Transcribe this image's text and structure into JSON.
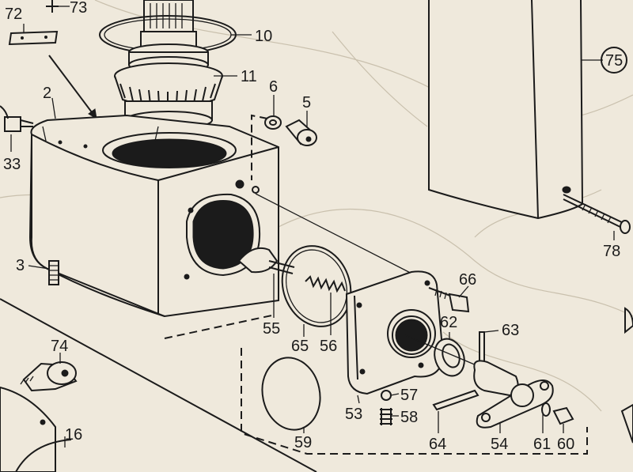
{
  "diagram": {
    "callouts": [
      {
        "id": "c72",
        "text": "72"
      },
      {
        "id": "c73",
        "text": "73"
      },
      {
        "id": "c10",
        "text": "10"
      },
      {
        "id": "c11",
        "text": "11"
      },
      {
        "id": "c75",
        "text": "75"
      },
      {
        "id": "c6",
        "text": "6"
      },
      {
        "id": "c5",
        "text": "5"
      },
      {
        "id": "c2",
        "text": "2"
      },
      {
        "id": "c33",
        "text": "33"
      },
      {
        "id": "c3",
        "text": "3"
      },
      {
        "id": "c78",
        "text": "78"
      },
      {
        "id": "c66",
        "text": "66"
      },
      {
        "id": "c55",
        "text": "55"
      },
      {
        "id": "c65",
        "text": "65"
      },
      {
        "id": "c56",
        "text": "56"
      },
      {
        "id": "c62",
        "text": "62"
      },
      {
        "id": "c63",
        "text": "63"
      },
      {
        "id": "c74",
        "text": "74"
      },
      {
        "id": "c57",
        "text": "57"
      },
      {
        "id": "c58",
        "text": "58"
      },
      {
        "id": "c53",
        "text": "53"
      },
      {
        "id": "c59",
        "text": "59"
      },
      {
        "id": "c64",
        "text": "64"
      },
      {
        "id": "c54",
        "text": "54"
      },
      {
        "id": "c61",
        "text": "61"
      },
      {
        "id": "c60",
        "text": "60"
      },
      {
        "id": "c16",
        "text": "16"
      }
    ]
  }
}
